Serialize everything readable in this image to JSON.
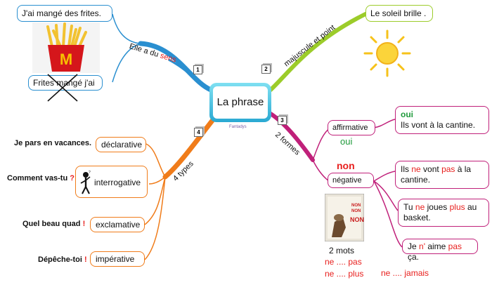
{
  "center": {
    "title": "La phrase",
    "brand": "Fantadys"
  },
  "badges": [
    "1",
    "2",
    "3",
    "4"
  ],
  "branch1": {
    "label_a": "Elle a du ",
    "label_b": "sens",
    "sentence_ok": "J'ai mangé des frites.",
    "sentence_bad": "Frites mangé j'ai",
    "image": "fries-image"
  },
  "branch2": {
    "label": "majuscule et point",
    "sentence": "Le soleil brille .",
    "image": "sun-image"
  },
  "branch3": {
    "label": "2 formes",
    "affirmative": "affirmative",
    "oui_big": "oui",
    "oui_small": "oui",
    "aff_example": "Ils vont à la cantine.",
    "non": "non",
    "negative": "négative",
    "neg1_a": "Ils ",
    "neg1_b": "ne",
    "neg1_c": " vont ",
    "neg1_d": "pas",
    "neg1_e": " à la cantine.",
    "neg2_a": "Tu ",
    "neg2_b": "ne",
    "neg2_c": " joues ",
    "neg2_d": "plus",
    "neg2_e": " au basket.",
    "neg3_a": "Je ",
    "neg3_b": "n'",
    "neg3_c": " aime ",
    "neg3_d": "pas",
    "neg3_e": " ça.",
    "mots": "2 mots",
    "ne_pas": "ne .... pas",
    "ne_plus": "ne .... plus",
    "ne_jamais": "ne .... jamais",
    "book_image": "non-book-image"
  },
  "branch4": {
    "label": "4 types",
    "types": [
      {
        "name": "déclarative",
        "example": "Je pars en vacances.",
        "mark": ""
      },
      {
        "name": "interrogative",
        "example": "Comment vas-tu",
        "mark": " ?"
      },
      {
        "name": "exclamative",
        "example": "Quel beau quad",
        "mark": " !"
      },
      {
        "name": "impérative",
        "example": "Dépêche-toi",
        "mark": " !"
      }
    ]
  },
  "colors": {
    "branch1": "#2a8fd0",
    "branch2": "#9ccc2a",
    "branch3": "#c0207a",
    "branch4": "#f07c1a",
    "red": "#e8201e",
    "green": "#1f9a3b"
  }
}
